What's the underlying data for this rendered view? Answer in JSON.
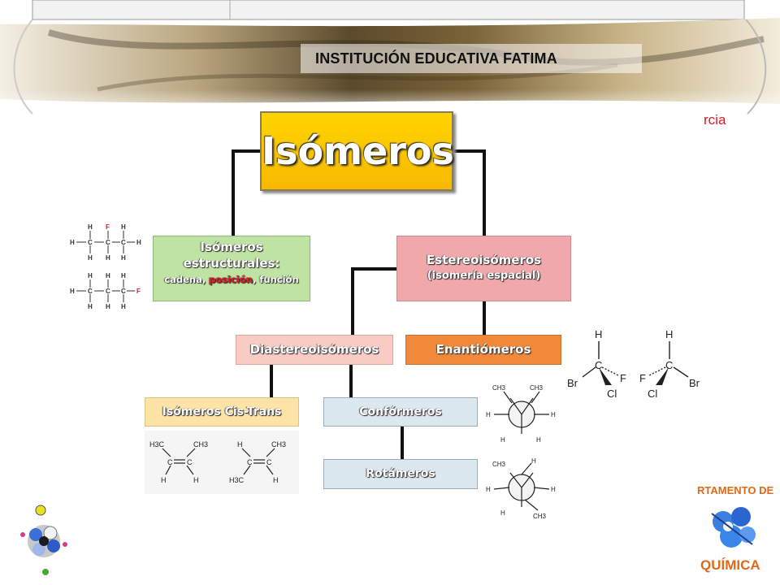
{
  "header": {
    "institution": "INSTITUCIÓN EDUCATIVA  FATIMA",
    "corner_text": "rcia"
  },
  "diagram": {
    "root": "Isómeros",
    "estructurales": {
      "line1": "Isómeros",
      "line2": "estructurales:",
      "types": [
        "cadena",
        "posición",
        "función"
      ],
      "sep": ", "
    },
    "estereoisomeros": {
      "line1": "Estereoisómeros",
      "line2": "(isomería espacial)"
    },
    "diastereoisomeros": "Diastereoisómeros",
    "enantiomeros": "Enantiómeros",
    "cis_trans": "Isómeros Cis-Trans",
    "conformeros": "Confórmeros",
    "rotameros": "Rotámeros"
  },
  "molecules": {
    "structural": {
      "rows": [
        [
          "",
          "H",
          "F",
          "H",
          ""
        ],
        [
          "H",
          "C",
          "C",
          "C",
          "H"
        ],
        [
          "",
          "H",
          "H",
          "H",
          ""
        ]
      ],
      "rows2": [
        [
          "",
          "H",
          "H",
          "H",
          ""
        ],
        [
          "H",
          "C",
          "C",
          "C",
          "F"
        ],
        [
          "",
          "H",
          "H",
          "H",
          ""
        ]
      ]
    },
    "enantiomer_labels": {
      "left": [
        "H",
        "C",
        "Br",
        "F",
        "Cl"
      ],
      "right": [
        "H",
        "C",
        "F",
        "Br",
        "Cl"
      ]
    },
    "cis_trans_labels": {
      "cis": [
        "H3C",
        "CH3",
        "C",
        "C",
        "H",
        "H"
      ],
      "trans": [
        "H",
        "CH3",
        "C",
        "C",
        "H3C",
        "H"
      ]
    },
    "newman_labels": {
      "eclipsed": [
        "CH3",
        "CH3",
        "H",
        "H",
        "H",
        "H"
      ],
      "staggered": [
        "CH3",
        "H",
        "H",
        "H",
        "H",
        "CH3"
      ]
    }
  },
  "logo": {
    "text_top": "RTAMENTO DE",
    "text_bottom": "QUÍMICA"
  }
}
